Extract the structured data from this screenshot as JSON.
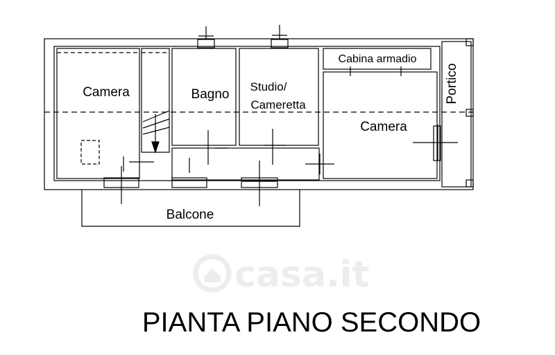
{
  "rooms": {
    "camera_left": "Camera",
    "bagno": "Bagno",
    "studio_line1": "Studio/",
    "studio_line2": "Cameretta",
    "cabina": "Cabina armadio",
    "camera_right": "Camera",
    "portico": "Portico",
    "balcone": "Balcone"
  },
  "title": "PIANTA PIANO SECONDO",
  "watermark": "casa.it",
  "colors": {
    "line": "#000000",
    "watermark": "#e6e6e6"
  }
}
